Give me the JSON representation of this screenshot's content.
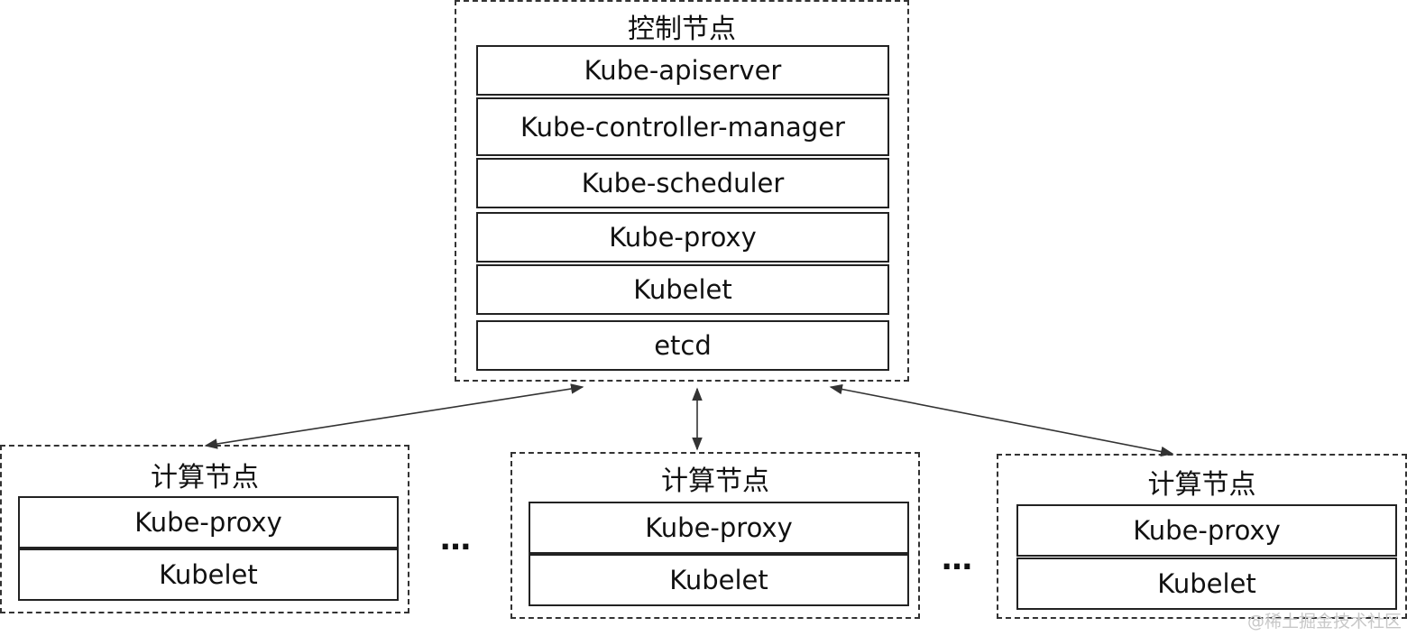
{
  "control_node": {
    "title": "控制节点",
    "components": [
      "Kube-apiserver",
      "Kube-controller-manager",
      "Kube-scheduler",
      "Kube-proxy",
      "Kubelet",
      "etcd"
    ]
  },
  "compute_nodes": [
    {
      "title": "计算节点",
      "components": [
        "Kube-proxy",
        "Kubelet"
      ]
    },
    {
      "title": "计算节点",
      "components": [
        "Kube-proxy",
        "Kubelet"
      ]
    },
    {
      "title": "计算节点",
      "components": [
        "Kube-proxy",
        "Kubelet"
      ]
    }
  ],
  "ellipsis": "…",
  "watermark": "@稀土掘金技术社区",
  "colors": {
    "line": "#333333",
    "text": "#111111",
    "watermark": "#c8c8c8"
  }
}
